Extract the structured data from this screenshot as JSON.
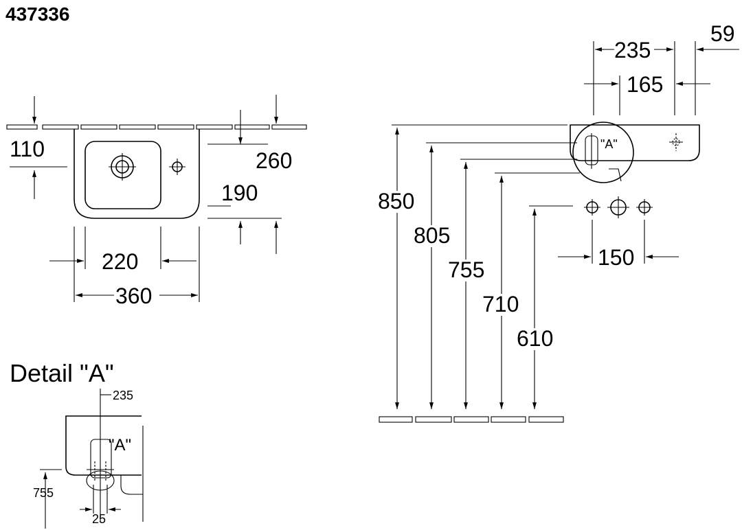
{
  "header": {
    "article_number": "437336"
  },
  "plan_view": {
    "dim_110": "110",
    "dim_260": "260",
    "dim_190": "190",
    "dim_220": "220",
    "dim_360": "360"
  },
  "elevation": {
    "dim_235": "235",
    "dim_59": "59",
    "dim_165": "165",
    "dim_850": "850",
    "dim_805": "805",
    "dim_755": "755",
    "dim_710": "710",
    "dim_610": "610",
    "dim_150": "150",
    "detail_ref": "\"A\""
  },
  "detail": {
    "title": "Detail \"A\"",
    "dim_235": "235",
    "ref": "\"A\"",
    "dim_755": "755",
    "dim_25": "25"
  },
  "colors": {
    "ink": "#000000",
    "paper": "#ffffff"
  }
}
